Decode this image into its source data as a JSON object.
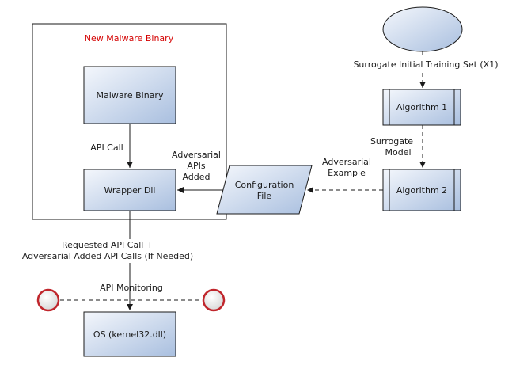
{
  "diagram": {
    "container_title": "New Malware Binary",
    "nodes": {
      "malware_binary": "Malware Binary",
      "wrapper_dll": "Wrapper Dll",
      "configuration_file": [
        "Configuration",
        "File"
      ],
      "algorithm_1": "Algorithm 1",
      "algorithm_2": "Algorithm 2",
      "os": "OS (kernel32.dll)",
      "initial_ellipse": ""
    },
    "edge_labels": {
      "api_call": "API Call",
      "adversarial_apis_added": [
        "Adversarial",
        "APIs",
        "Added"
      ],
      "surrogate_training_set": "Surrogate Initial Training Set (X1)",
      "surrogate_model": [
        "Surrogate",
        "Model"
      ],
      "adversarial_example": [
        "Adversarial",
        "Example"
      ],
      "requested_api_call": [
        "Requested API Call +",
        "Adversarial Added API Calls (If Needed)"
      ],
      "api_monitoring": "API Monitoring"
    },
    "colors": {
      "node_fill_light": "#f4f7fc",
      "node_fill_dark": "#a9bfdf",
      "monitor_ring": "#c0262c",
      "title_red": "#d40000"
    }
  }
}
